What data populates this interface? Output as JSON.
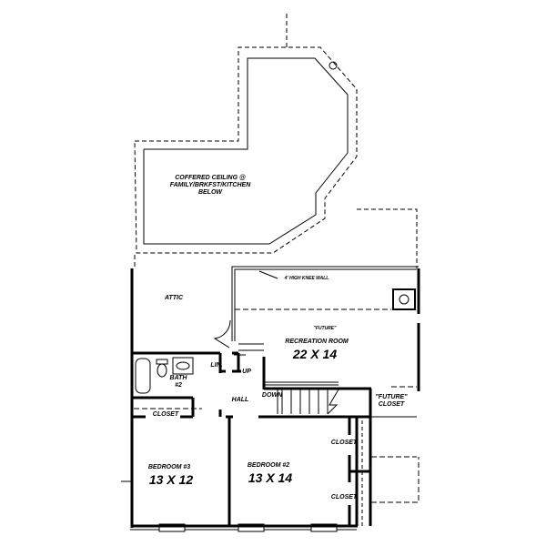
{
  "plan": {
    "coffered": [
      "COFFERED CEILING @",
      "FAMILY/BRKFST/KITCHEN",
      "BELOW"
    ],
    "knee_wall": "4' HIGH KNEE WALL",
    "attic": "ATTIC",
    "rec_future": "\"FUTURE\"",
    "rec_name": "RECREATION ROOM",
    "rec_size": "22 X 14",
    "lin": "LIN.",
    "up": "UP",
    "bath": "BATH",
    "bath_num": "#2",
    "hall": "HALL",
    "down": "DOWN",
    "future_closet_1": "\"FUTURE\"",
    "future_closet_2": "CLOSET",
    "closet_left": "CLOSET",
    "closet_right_top": "CLOSET",
    "closet_right_bottom": "CLOSET",
    "bed3_name": "BEDROOM #3",
    "bed3_size": "13 X 12",
    "bed2_name": "BEDROOM #2",
    "bed2_size": "13 X 14"
  }
}
